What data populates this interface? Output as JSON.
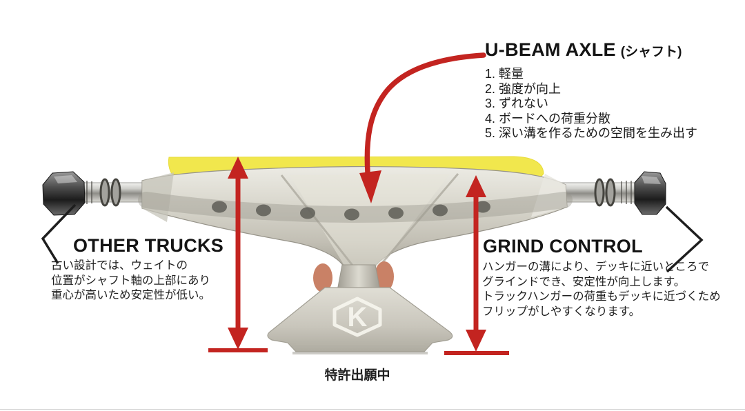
{
  "colors": {
    "background": "#ffffff",
    "arrow_red": "#c32420",
    "deck_yellow": "#f1e74d",
    "truck_silver": "#d9d7cd",
    "text": "#1b1b1b"
  },
  "ubeam": {
    "title": "U-BEAM AXLE",
    "subtitle": "(シャフト)",
    "features": [
      "1. 軽量",
      "2. 強度が向上",
      "3. ずれない",
      "4. ボードへの荷重分散",
      "5. 深い溝を作るための空間を生み出す"
    ]
  },
  "other_trucks": {
    "title": "OTHER TRUCKS",
    "lines": [
      "古い設計では、ウェイトの",
      "位置がシャフト軸の上部にあり",
      "重心が高いため安定性が低い。"
    ]
  },
  "grind_control": {
    "title": "GRIND CONTROL",
    "lines": [
      "ハンガーの溝により、デッキに近いところで",
      "グラインドでき、安定性が向上します。",
      "トラックハンガーの荷重もデッキに近づくため",
      "フリップがしやすくなります。"
    ]
  },
  "footer": {
    "patent_label": "特許出願中"
  },
  "truck": {
    "logo_letter": "K"
  }
}
